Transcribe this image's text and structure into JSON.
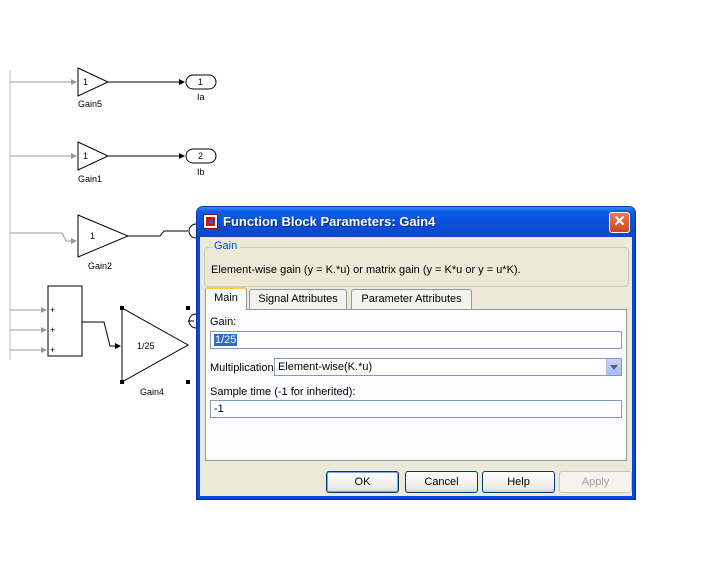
{
  "diagram": {
    "gain5": {
      "value": "1",
      "name": "Gain5"
    },
    "gain1": {
      "value": "1",
      "name": "Gain1"
    },
    "gain2": {
      "value": "1",
      "name": "Gain2"
    },
    "gain4": {
      "value": "1/25",
      "name": "Gain4"
    },
    "outport_ia": {
      "number": "1",
      "name": "Ia"
    },
    "outport_ib": {
      "number": "2",
      "name": "Ib"
    },
    "sum_signs": [
      "+",
      "+",
      "+"
    ]
  },
  "dialog": {
    "title": "Function Block Parameters: Gain4",
    "close_label": "✕",
    "group": {
      "title": "Gain",
      "description": "Element-wise gain (y = K.*u) or matrix gain (y = K*u or y = u*K)."
    },
    "tabs": [
      {
        "label": "Main"
      },
      {
        "label": "Signal Attributes"
      },
      {
        "label": "Parameter Attributes"
      }
    ],
    "fields": {
      "gain_label": "Gain:",
      "gain_value": "1/25",
      "multiplication_label": "Multiplication:",
      "multiplication_value": "Element-wise(K.*u)",
      "sample_time_label": "Sample time (-1 for inherited):",
      "sample_time_value": "-1"
    },
    "buttons": {
      "ok": "OK",
      "cancel": "Cancel",
      "help": "Help",
      "apply": "Apply"
    }
  },
  "colors": {
    "titlebar": "#0a4fd6",
    "dialog_face": "#ece9d8",
    "group_title": "#0046d5"
  }
}
